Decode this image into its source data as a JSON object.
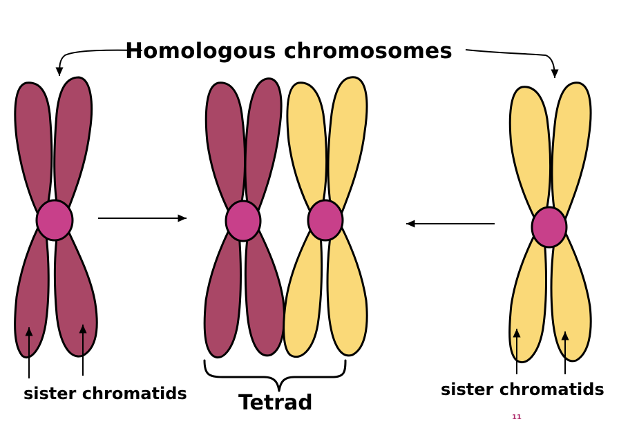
{
  "labels": {
    "title": "Homologous chromosomes",
    "sister_left": "sister chromatids",
    "sister_right": "sister chromatids",
    "tetrad": "Tetrad",
    "page_number": "11"
  },
  "colors": {
    "maroon_chromatid": "#a94766",
    "yellow_chromatid": "#fad978",
    "centromere": "#c8408a",
    "outline": "#000000"
  },
  "icons": {
    "arrows": "arrow",
    "brace": "curly-brace"
  }
}
